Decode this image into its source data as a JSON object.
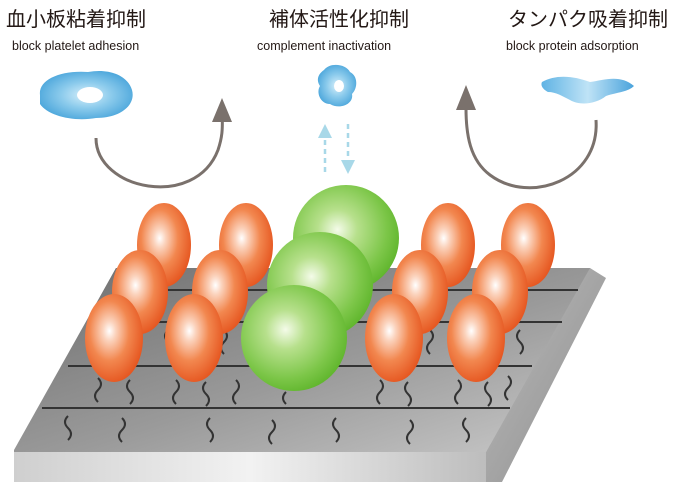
{
  "panels": [
    {
      "title_ja": "血小板粘着抑制",
      "title_en": "block platelet adhesion"
    },
    {
      "title_ja": "補体活性化抑制",
      "title_en": "complement inactivation"
    },
    {
      "title_ja": "タンパク吸着抑制",
      "title_en": "block protein adsorption"
    }
  ],
  "colors": {
    "orange_particle": "#ee6a32",
    "green_particle": "#6cc23a",
    "blue_cell": "#4aa7dc",
    "substrate_gray": "#9a9a9a",
    "arrow_gray": "#7a716c",
    "dashed_arrow": "#a8d8e8"
  },
  "icons": [
    "platelet-icon",
    "complement-icon",
    "protein-icon",
    "circular-arrow-icon",
    "dashed-bidirectional-arrow-icon"
  ]
}
